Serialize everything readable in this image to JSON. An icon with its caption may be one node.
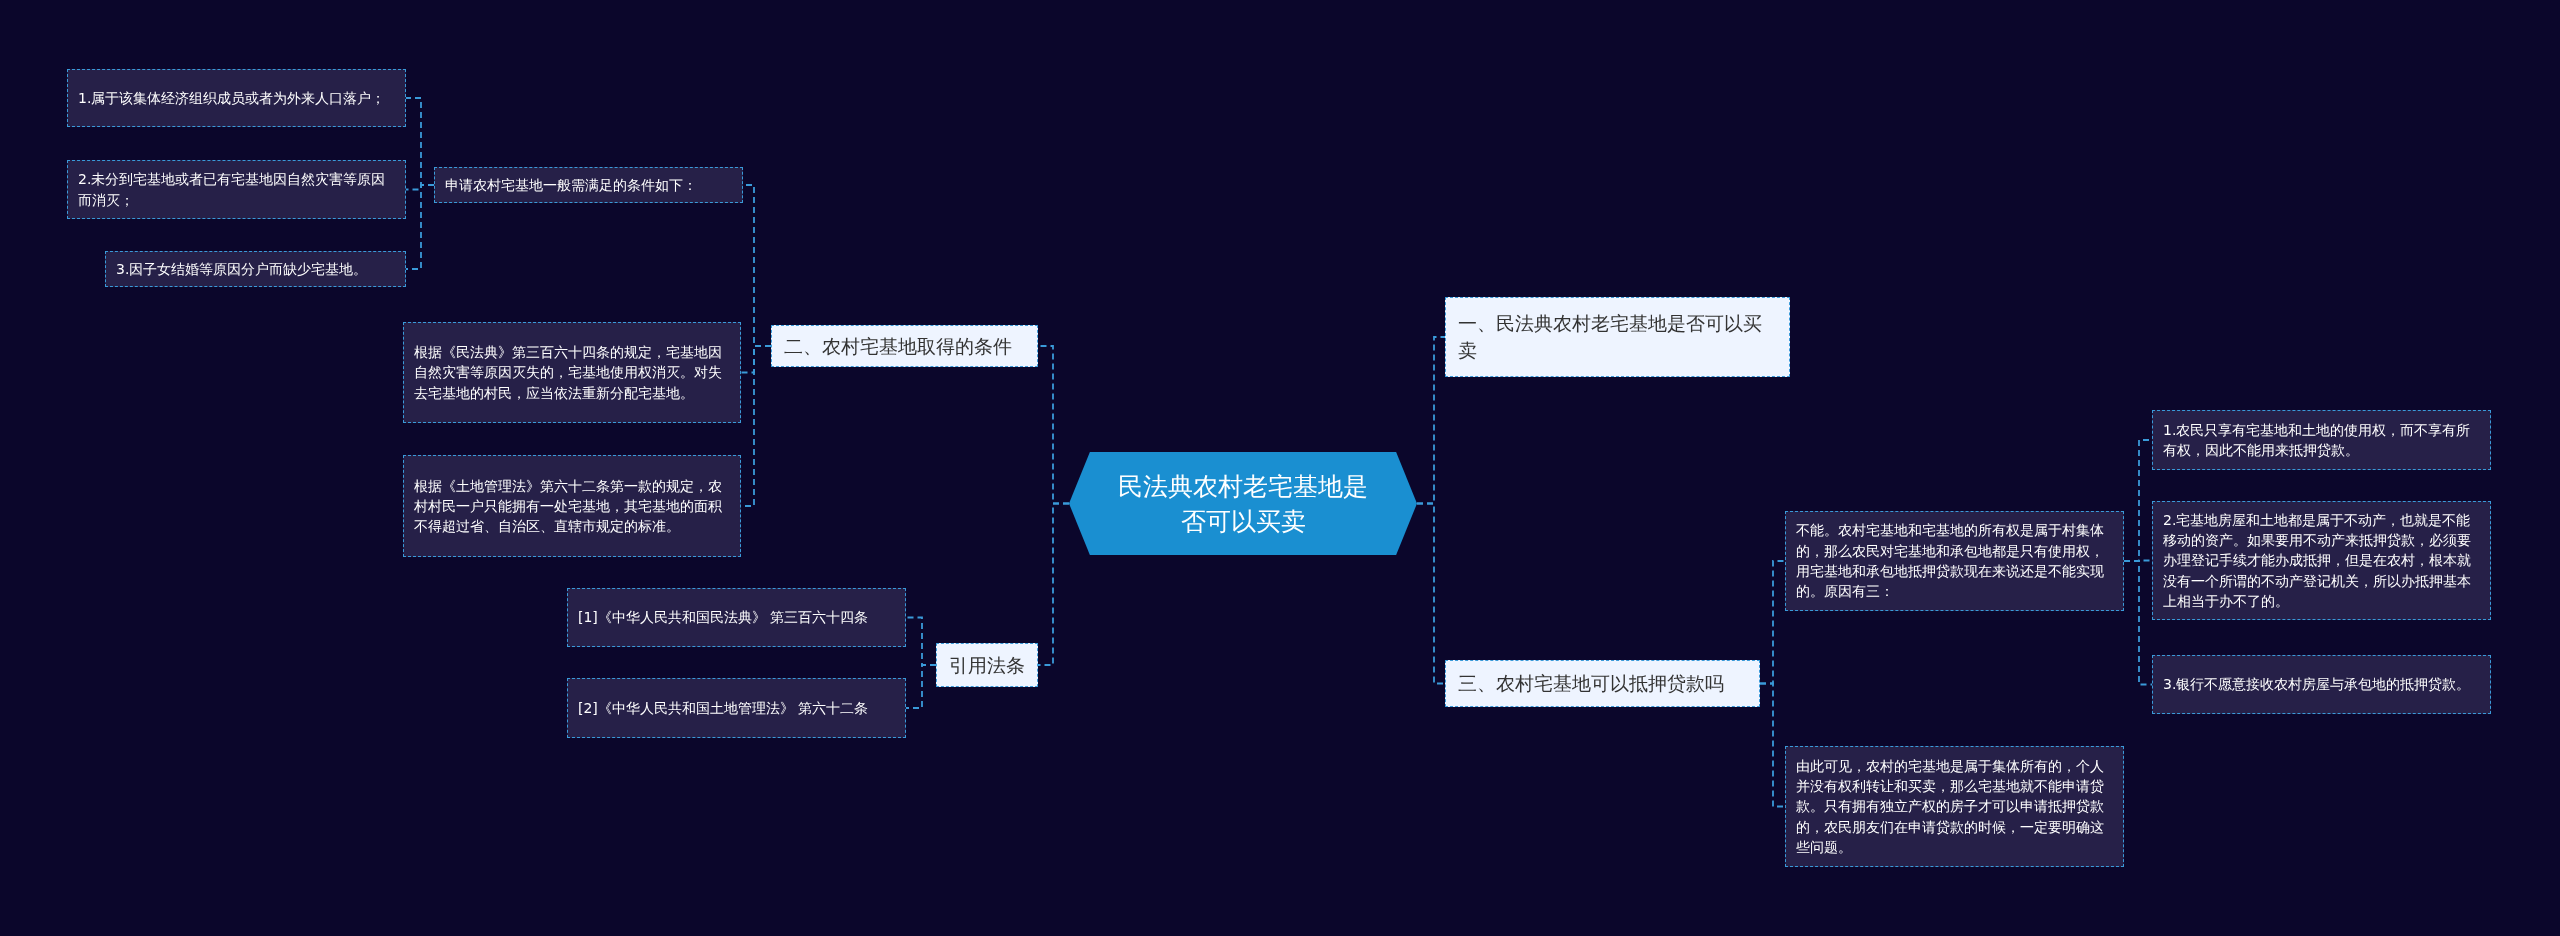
{
  "diagram": {
    "nodes": [
      {
        "text": [
          "民法典农村老宅基地是否可以买卖"
        ]
      },
      {
        "text": [
          "二、农村宅基地取得的条件"
        ]
      },
      {
        "text": [
          "申请农村宅基地一般需满足的条件如下："
        ]
      },
      {
        "text": [
          "1.属于该集体经济组织成员或者为外来人口落户；"
        ]
      },
      {
        "text": [
          "2.未分到宅基地或者已有宅基地因自然灾害等原因而消灭；"
        ]
      },
      {
        "text": [
          "3.因子女结婚等原因分户而缺少宅基地。"
        ]
      },
      {
        "text": [
          "根据《民法典》第三百六十四条的规定，宅基地因自然灾害等原因灭失的，宅基地使用权消灭。对失去宅基地的村民，应当依法重新分配宅基地。"
        ]
      },
      {
        "text": [
          "根据《土地管理法》第六十二条第一款的规定，农村村民一户只能拥有一处宅基地，其宅基地的面积不得超过省、自治区、直辖市规定的标准。"
        ]
      },
      {
        "text": [
          "引用法条"
        ]
      },
      {
        "text": [
          "[1]《中华人民共和国民法典》 第三百六十四条"
        ]
      },
      {
        "text": [
          "[2]《中华人民共和国土地管理法》 第六十二条"
        ]
      },
      {
        "text": [
          "一、民法典农村老宅基地是否可以买卖"
        ]
      },
      {
        "text": [
          "三、农村宅基地可以抵押贷款吗"
        ]
      },
      {
        "text": [
          "不能。农村宅基地和宅基地的所有权是属于村集体的，那么农民对宅基地和承包地都是只有使用权，用宅基地和承包地抵押贷款现在来说还是不能实现的。原因有三："
        ]
      },
      {
        "text": [
          "1.农民只享有宅基地和土地的使用权，而不享有所有权，因此不能用来抵押贷款。"
        ]
      },
      {
        "text": [
          "2.宅基地房屋和土地都是属于不动产，也就是不能移动的资产。如果要用不动产来抵押贷款，必须要办理登记手续才能办成抵押，但是在农村，根本就没有一个所谓的不动产登记机关，所以办抵押基本上相当于办不了的。"
        ]
      },
      {
        "text": [
          "3.银行不愿意接收农村房屋与承包地的抵押贷款。"
        ]
      },
      {
        "text": [
          "由此可见，农村的宅基地是属于集体所有的，个人并没有权利转让和买卖，那么宅基地就不能申请贷款。只有拥有独立产权的房子才可以申请抵押贷款的，农民朋友们在申请贷款的时候，一定要明确这些问题。"
        ]
      }
    ],
    "edges": [
      {
        "from": 0,
        "to": 1,
        "arrow": "none",
        "style": "dashed"
      },
      {
        "from": 1,
        "to": 2,
        "arrow": "none",
        "style": "dashed"
      },
      {
        "from": 2,
        "to": 3,
        "arrow": "none",
        "style": "dashed"
      },
      {
        "from": 2,
        "to": 4,
        "arrow": "none",
        "style": "dashed"
      },
      {
        "from": 2,
        "to": 5,
        "arrow": "none",
        "style": "dashed"
      },
      {
        "from": 1,
        "to": 6,
        "arrow": "none",
        "style": "dashed"
      },
      {
        "from": 1,
        "to": 7,
        "arrow": "none",
        "style": "dashed"
      },
      {
        "from": 0,
        "to": 8,
        "arrow": "none",
        "style": "dashed"
      },
      {
        "from": 8,
        "to": 9,
        "arrow": "none",
        "style": "dashed"
      },
      {
        "from": 8,
        "to": 10,
        "arrow": "none",
        "style": "dashed"
      },
      {
        "from": 0,
        "to": 11,
        "arrow": "none",
        "style": "dashed"
      },
      {
        "from": 0,
        "to": 12,
        "arrow": "none",
        "style": "dashed"
      },
      {
        "from": 12,
        "to": 13,
        "arrow": "none",
        "style": "dashed"
      },
      {
        "from": 13,
        "to": 14,
        "arrow": "none",
        "style": "dashed"
      },
      {
        "from": 13,
        "to": 15,
        "arrow": "none",
        "style": "dashed"
      },
      {
        "from": 13,
        "to": 16,
        "arrow": "none",
        "style": "dashed"
      },
      {
        "from": 12,
        "to": 17,
        "arrow": "none",
        "style": "dashed"
      }
    ]
  }
}
